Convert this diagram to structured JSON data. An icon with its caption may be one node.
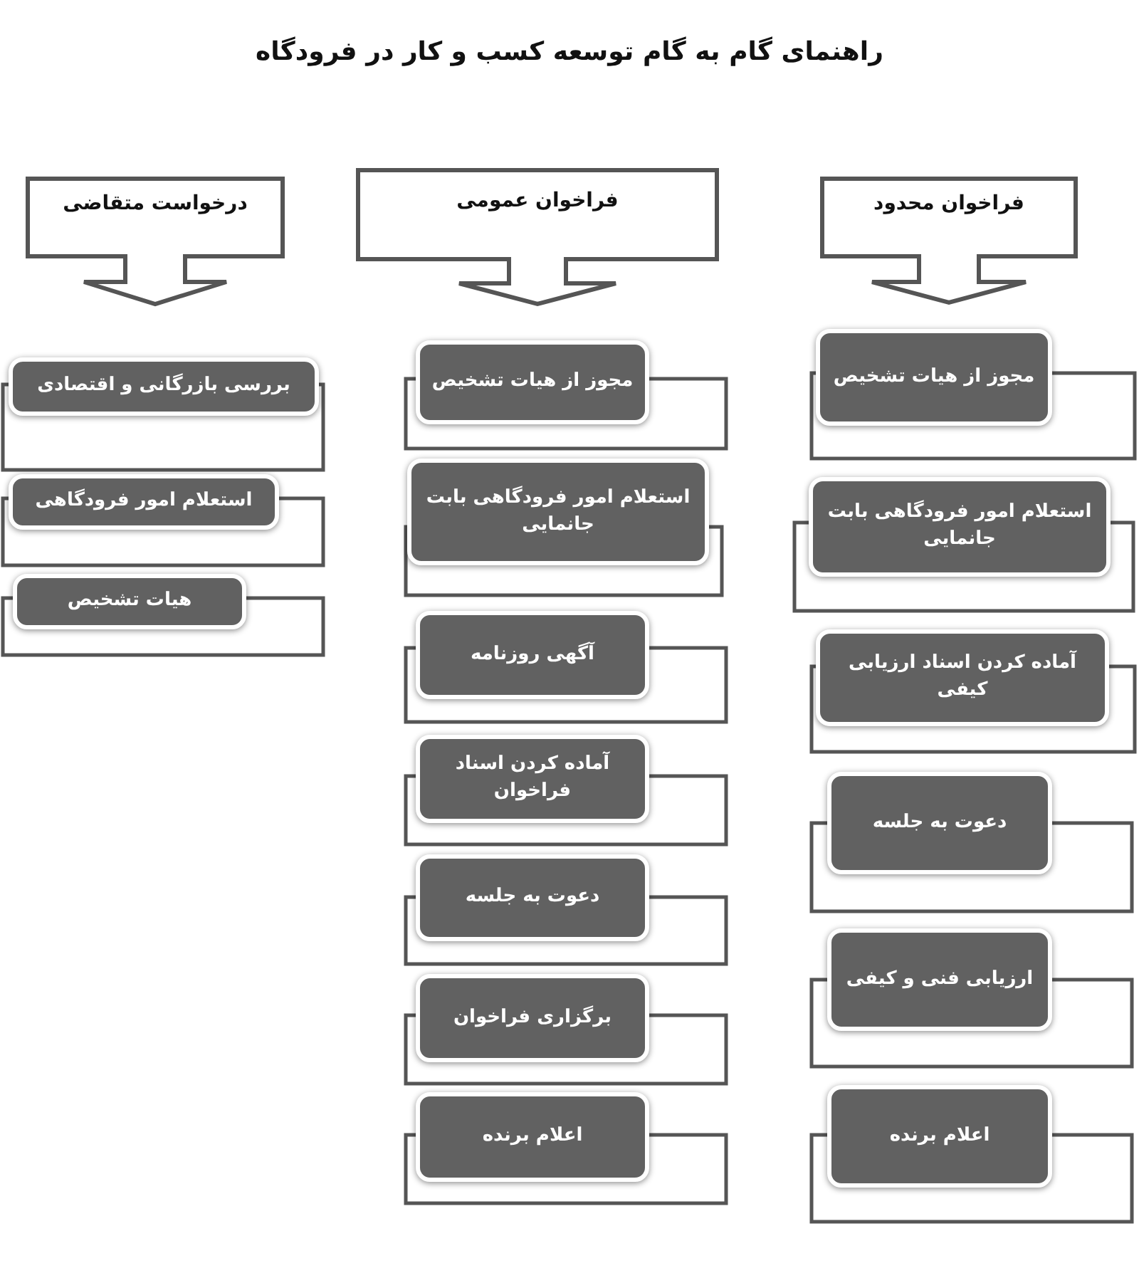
{
  "diagram": {
    "title": "راهنمای گام به گام توسعه کسب و کار در فرودگاه",
    "nodes": [
      {
        "text": [
          "فراخوان محدود"
        ]
      },
      {
        "text": [
          "مجوز از هیات تشخیص"
        ]
      },
      {
        "text": [
          "استعلام امور فرودگاهی بابت جانمایی"
        ]
      },
      {
        "text": [
          "آماده کردن اسناد ارزیابی کیفی"
        ]
      },
      {
        "text": [
          "دعوت به جلسه"
        ]
      },
      {
        "text": [
          "ارزیابی فنی و کیفی"
        ]
      },
      {
        "text": [
          "اعلام برنده"
        ]
      },
      {
        "text": [
          "فراخوان عمومی"
        ]
      },
      {
        "text": [
          "مجوز از هیات تشخیص"
        ]
      },
      {
        "text": [
          "استعلام امور فرودگاهی بابت جانمایی"
        ]
      },
      {
        "text": [
          "آگهی روزنامه"
        ]
      },
      {
        "text": [
          "آماده کردن اسناد فراخوان"
        ]
      },
      {
        "text": [
          "دعوت به جلسه"
        ]
      },
      {
        "text": [
          "برگزاری فراخوان"
        ]
      },
      {
        "text": [
          "اعلام برنده"
        ]
      },
      {
        "text": [
          "درخواست متقاضی"
        ]
      },
      {
        "text": [
          "بررسی بازرگانی و اقتصادی"
        ]
      },
      {
        "text": [
          "استعلام امور فرودگاهی"
        ]
      },
      {
        "text": [
          "هیات تشخیص"
        ]
      }
    ]
  }
}
